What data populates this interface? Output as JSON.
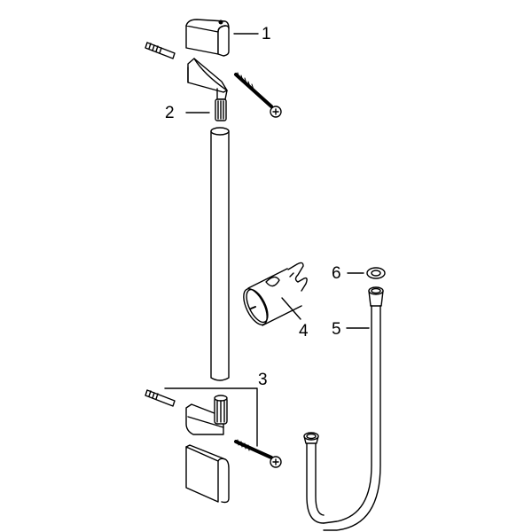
{
  "diagram": {
    "type": "exploded-parts-view",
    "subject": "shower rail set",
    "line_color": "#000000",
    "background": "#ffffff",
    "callouts": [
      {
        "id": "1",
        "label": "1",
        "part": "top cover cap"
      },
      {
        "id": "2",
        "label": "2",
        "part": "upper wall bracket with wall plug and screw"
      },
      {
        "id": "3",
        "label": "3",
        "part": "lower wall bracket set with wall plug, screw and cover cap"
      },
      {
        "id": "4",
        "label": "4",
        "part": "sliding shower holder"
      },
      {
        "id": "5",
        "label": "5",
        "part": "shower hose"
      },
      {
        "id": "6",
        "label": "6",
        "part": "sealing washer"
      }
    ]
  }
}
